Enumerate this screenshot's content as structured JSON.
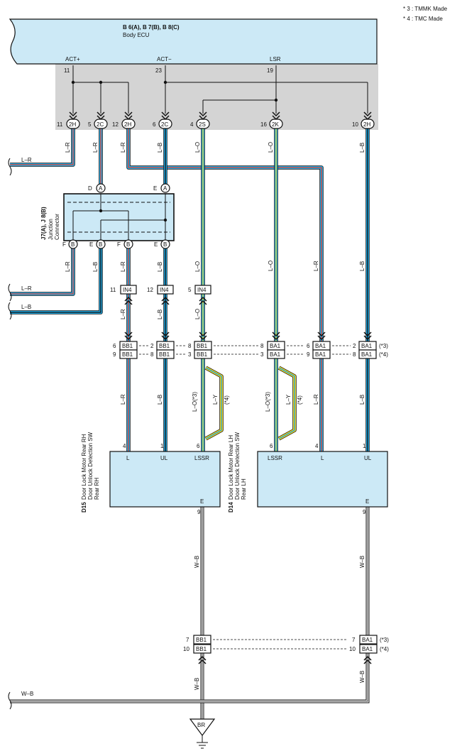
{
  "legend": {
    "note3": "* 3 : TMMK Made",
    "note4": "* 4 : TMC Made"
  },
  "ecu": {
    "title": "B 6(A), B 7(B), B 8(C)",
    "subtitle": "Body ECU",
    "pins": {
      "act_plus": "ACT+",
      "act_minus": "ACT−",
      "lsr": "LSR"
    },
    "pin_numbers": {
      "act_plus": "11",
      "act_minus": "23",
      "lsr": "19"
    }
  },
  "ecu_connectors": [
    {
      "num": "11",
      "code": "2H"
    },
    {
      "num": "5",
      "code": "2C"
    },
    {
      "num": "12",
      "code": "2H"
    },
    {
      "num": "6",
      "code": "2C"
    },
    {
      "num": "4",
      "code": "2S"
    },
    {
      "num": "16",
      "code": "2K"
    },
    {
      "num": "10",
      "code": "2H"
    }
  ],
  "wire_colors": {
    "lr": "L–R",
    "lb": "L–B",
    "lo": "L–O",
    "ly": "L–Y",
    "wb": "W–B",
    "lo3": "L–O(*3)",
    "star4": "(*4)"
  },
  "junction": {
    "title": "J7(A), J 8(B)",
    "line1": "Junction",
    "line2": "Connector",
    "top_pins": [
      {
        "letter": "D",
        "code": "A"
      },
      {
        "letter": "E",
        "code": "A"
      }
    ],
    "bottom_pins": [
      {
        "letter": "F",
        "code": "B"
      },
      {
        "letter": "E",
        "code": "B"
      },
      {
        "letter": "F",
        "code": "B"
      },
      {
        "letter": "E",
        "code": "B"
      }
    ]
  },
  "in4": [
    {
      "num": "11",
      "code": "IN4"
    },
    {
      "num": "12",
      "code": "IN4"
    },
    {
      "num": "5",
      "code": "IN4"
    }
  ],
  "bb1_pairs": [
    {
      "num_top": "6",
      "num_bot": "9",
      "code": "BB1"
    },
    {
      "num_top": "2",
      "num_bot": "8",
      "code": "BB1"
    },
    {
      "num_top": "8",
      "num_bot": "3",
      "code": "BB1"
    }
  ],
  "ba1_pairs": [
    {
      "num_top": "8",
      "num_bot": "3",
      "code": "BA1"
    },
    {
      "num_top": "6",
      "num_bot": "9",
      "code": "BA1"
    },
    {
      "num_top": "2",
      "num_bot": "8",
      "code": "BA1"
    }
  ],
  "star_labels": {
    "s3": "(*3)",
    "s4": "(*4)"
  },
  "d15": {
    "id": "D15",
    "line1": "Door Lock Motor Rear RH",
    "line2": "Door Unlock Detection SW",
    "line3": "Rear RH",
    "pins": {
      "l": "L",
      "ul": "UL",
      "lssr": "LSSR",
      "e": "E"
    },
    "pin_numbers": {
      "l": "4",
      "ul": "1",
      "lssr": "6",
      "e": "9"
    }
  },
  "d14": {
    "id": "D14",
    "line1": "Door Lock Motor Rear LH",
    "line2": "Door Unlock Detection SW",
    "line3": "Rear LH",
    "pins": {
      "lssr": "LSSR",
      "l": "L",
      "ul": "UL",
      "e": "E"
    },
    "pin_numbers": {
      "lssr": "6",
      "l": "4",
      "ul": "1",
      "e": "9"
    }
  },
  "ground_conn": {
    "bb1_top": {
      "num": "7",
      "code": "BB1"
    },
    "bb1_bot": {
      "num": "10",
      "code": "BB1"
    },
    "ba1_top": {
      "num": "7",
      "code": "BA1"
    },
    "ba1_bot": {
      "num": "10",
      "code": "BA1"
    }
  },
  "ground": {
    "code": "BR"
  },
  "colors": {
    "blue": "#1ea3dc",
    "red": "#e8402e",
    "yellow": "#f2d21c",
    "box_fill": "#cce9f6",
    "gray_area": "#d4d4d4",
    "wire_black": "#111111"
  }
}
